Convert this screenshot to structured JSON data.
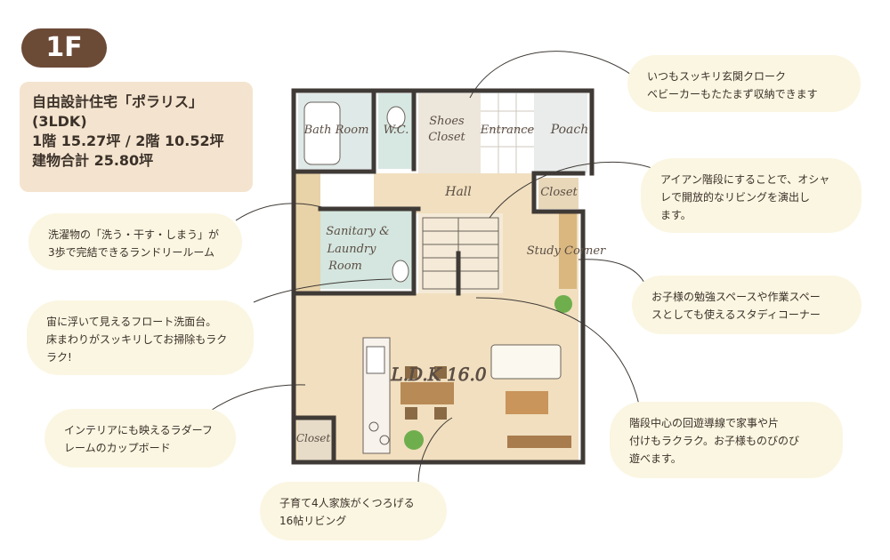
{
  "floor_label": "1F",
  "info": {
    "line1": "自由設計住宅「ポラリス」",
    "line2": "(3LDK)",
    "line3": "1階 15.27坪 / 2階 10.52坪",
    "line4": "建物合計 25.80坪"
  },
  "rooms": {
    "bath": "Bath Room",
    "wc": "W.C.",
    "shoes_line1": "Shoes",
    "shoes_line2": "Closet",
    "entrance": "Entrance",
    "poach": "Poach",
    "hall": "Hall",
    "closet_hall": "Closet",
    "sanitary_line1": "Sanitary &",
    "sanitary_line2": "Laundry",
    "sanitary_line3": "Room",
    "study": "Study Corner",
    "ldk": "L.D.K 16.0",
    "closet_kitchen": "Closet"
  },
  "notes": {
    "entrance_cloak": [
      "いつもスッキリ玄関クローク",
      "ベビーカーもたたまず収納できます"
    ],
    "iron_stairs": [
      "アイアン階段にすることで、オシャ",
      "レで開放的なリビングを演出し",
      "ます。"
    ],
    "laundry": [
      "洗濯物の「洗う・干す・しまう」が",
      "3歩で完結できるランドリールーム"
    ],
    "study": [
      "お子様の勉強スペースや作業スペー",
      "スとしても使えるスタディコーナー"
    ],
    "float_sink": [
      "宙に浮いて見えるフロート洗面台。",
      "床まわりがスッキリしてお掃除もラク",
      "ラク!"
    ],
    "circulation": [
      "階段中心の回遊導線で家事や片",
      "付けもラクラク。お子様ものびのび",
      "遊べます。"
    ],
    "cupboard": [
      "インテリアにも映えるラダーフ",
      "レームのカップボード"
    ],
    "living": [
      "子育て4人家族がくつろげる",
      "16帖リビング"
    ]
  }
}
